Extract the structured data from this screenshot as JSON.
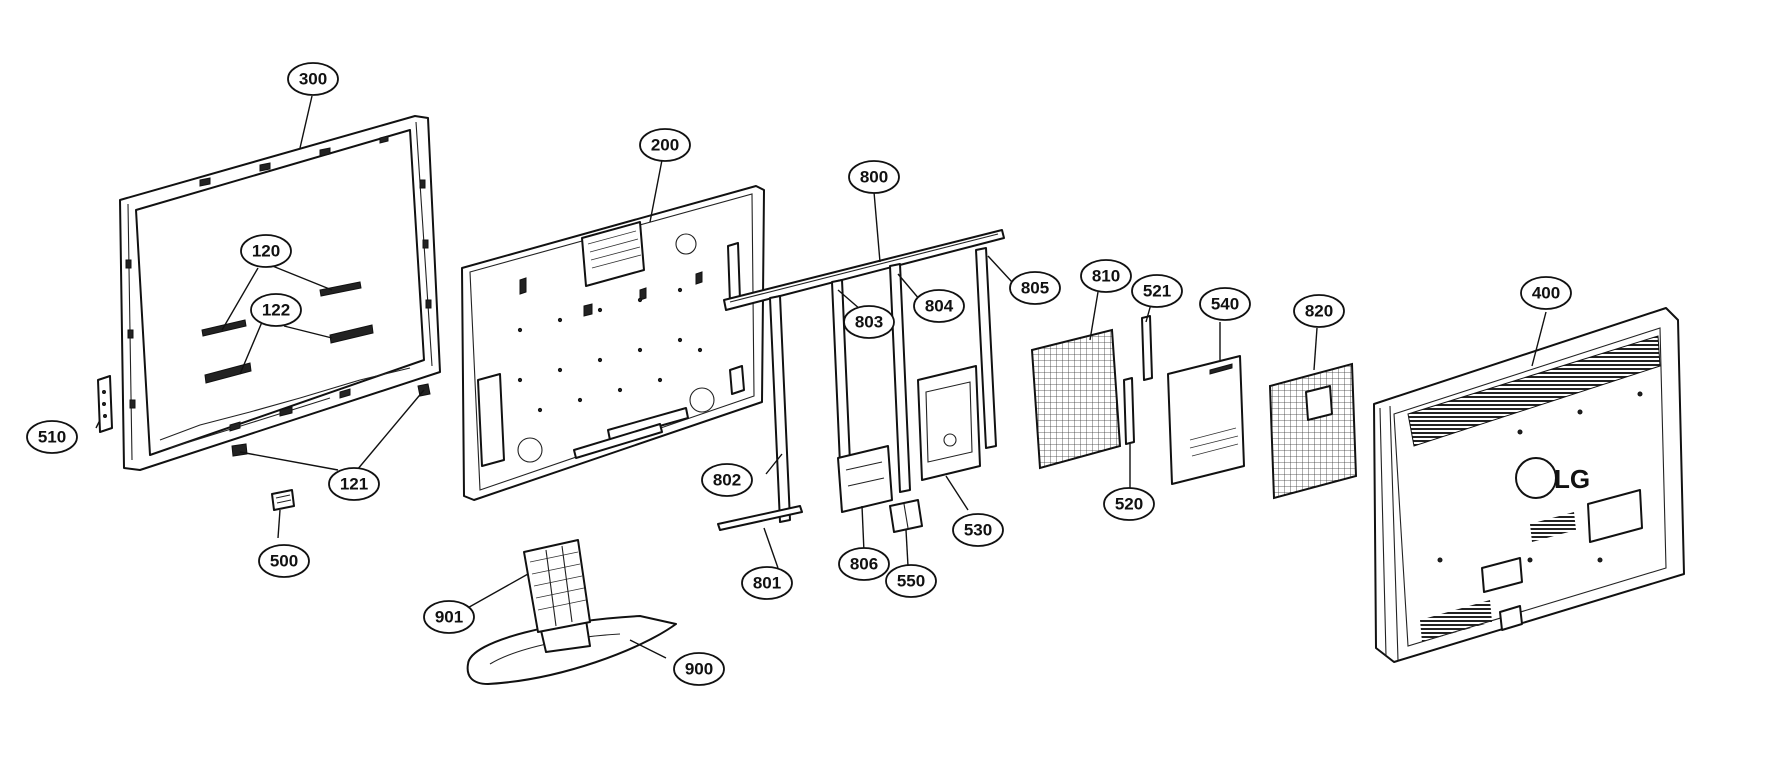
{
  "callouts": {
    "c300": "300",
    "c120": "120",
    "c122": "122",
    "c510": "510",
    "c121": "121",
    "c500": "500",
    "c200": "200",
    "c901": "901",
    "c900": "900",
    "c800": "800",
    "c803": "803",
    "c804": "804",
    "c805": "805",
    "c802": "802",
    "c801": "801",
    "c806": "806",
    "c550": "550",
    "c530": "530",
    "c810": "810",
    "c521": "521",
    "c520": "520",
    "c540": "540",
    "c820": "820",
    "c400": "400"
  },
  "logo": {
    "brand": "LG"
  }
}
